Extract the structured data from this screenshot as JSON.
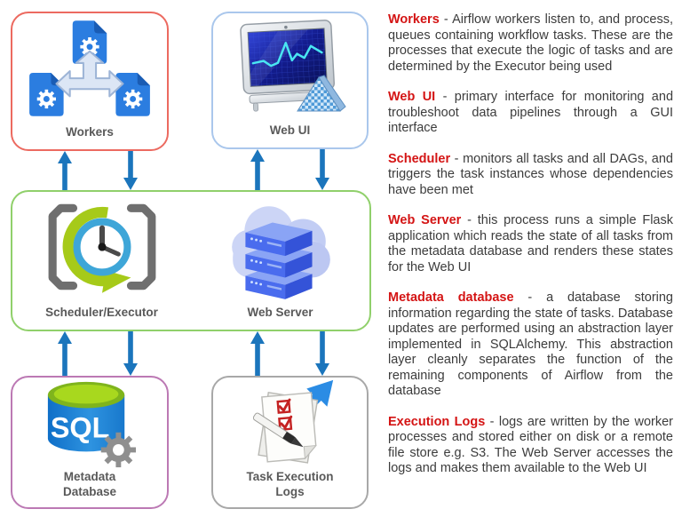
{
  "diagram": {
    "arrow_color": "#1b75bc",
    "boxes": {
      "workers": {
        "label": "Workers",
        "border_color": "#ec6a60"
      },
      "web_ui": {
        "label": "Web UI",
        "border_color": "#aac7ec"
      },
      "core": {
        "border_color": "#90d06b",
        "scheduler_label": "Scheduler/Executor",
        "web_server_label": "Web Server"
      },
      "metadata": {
        "label_line1": "Metadata",
        "label_line2": "Database",
        "sql_label": "SQL",
        "border_color": "#bc79b4"
      },
      "logs": {
        "label_line1": "Task Execution",
        "label_line2": "Logs",
        "border_color": "#a8a8a8"
      }
    },
    "icons": {
      "workers": "worker-documents-fanout-icon",
      "web_ui": "monitor-graph-pyramid-icon",
      "scheduler": "clock-refresh-brackets-icon",
      "web_server": "cloud-server-stack-icon",
      "metadata": "sql-database-gear-icon",
      "logs": "notepad-checklist-pen-arrow-icon"
    }
  },
  "descriptions": [
    {
      "term": "Workers",
      "text": " - Airflow workers listen to, and process, queues containing workflow tasks. These are the processes that execute the logic of tasks and are determined by the Executor being used"
    },
    {
      "term": "Web UI",
      "text": " - primary interface for monitoring and troubleshoot data pipelines through a GUI interface"
    },
    {
      "term": "Scheduler",
      "text": " - monitors all tasks and all DAGs, and triggers the task instances whose dependencies have been met"
    },
    {
      "term": "Web Server",
      "text": " - this process runs a simple Flask application which reads the state  of all tasks from the metadata database and renders these states for the Web UI"
    },
    {
      "term": "Metadata database",
      "text": " - a database storing information regarding the state of tasks. Database updates are performed using an abstraction layer implemented in  SQLAlchemy. This abstraction layer cleanly separates the function of the remaining components of Airflow from the database"
    },
    {
      "term": "Execution Logs",
      "text": " - logs are written by the worker processes and stored either on disk or a remote file store e.g. S3. The Web Server accesses the logs and makes them available to the Web UI"
    }
  ],
  "colors": {
    "term_red": "#d41414",
    "body_text": "#3c3c3c",
    "label_gray": "#595959",
    "arrow_blue": "#1b75bc"
  }
}
